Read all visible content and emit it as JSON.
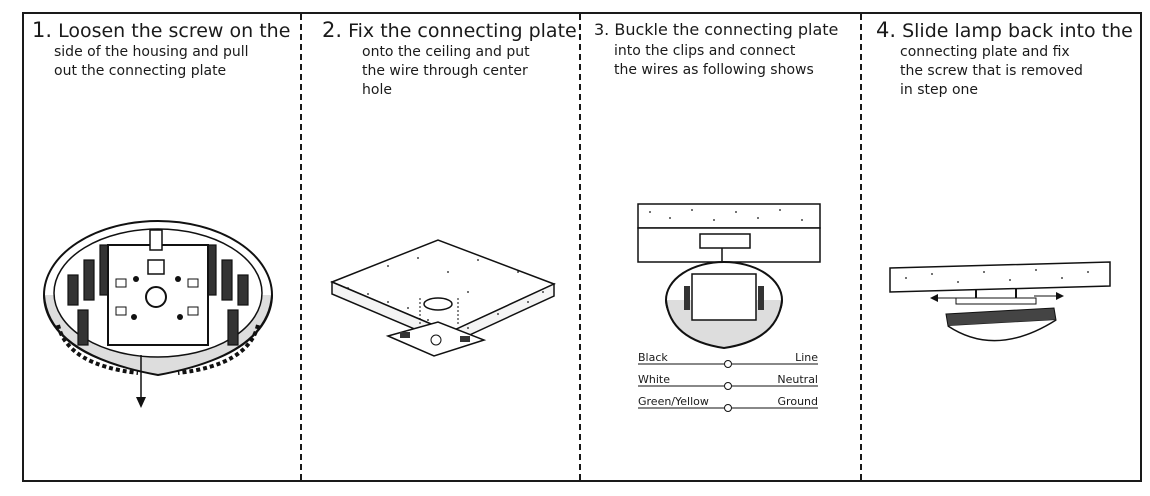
{
  "steps": [
    {
      "number": "1.",
      "title": "Loosen the screw on the",
      "lines": [
        "side of the housing and pull",
        "out the connecting plate"
      ]
    },
    {
      "number": "2.",
      "title": "Fix the connecting plate",
      "lines": [
        "onto the ceiling and put",
        "the wire through center",
        "hole"
      ]
    },
    {
      "number": "3.",
      "title": "Buckle the connecting plate",
      "lines": [
        "into the clips and connect",
        "the wires as following shows"
      ]
    },
    {
      "number": "4.",
      "title": "Slide lamp back into the",
      "lines": [
        "connecting plate and fix",
        "the screw that is removed",
        "in step one"
      ]
    }
  ],
  "wiring": [
    {
      "from": "Black",
      "to": "Line"
    },
    {
      "from": "White",
      "to": "Neutral"
    },
    {
      "from": "Green/Yellow",
      "to": "Ground"
    }
  ]
}
